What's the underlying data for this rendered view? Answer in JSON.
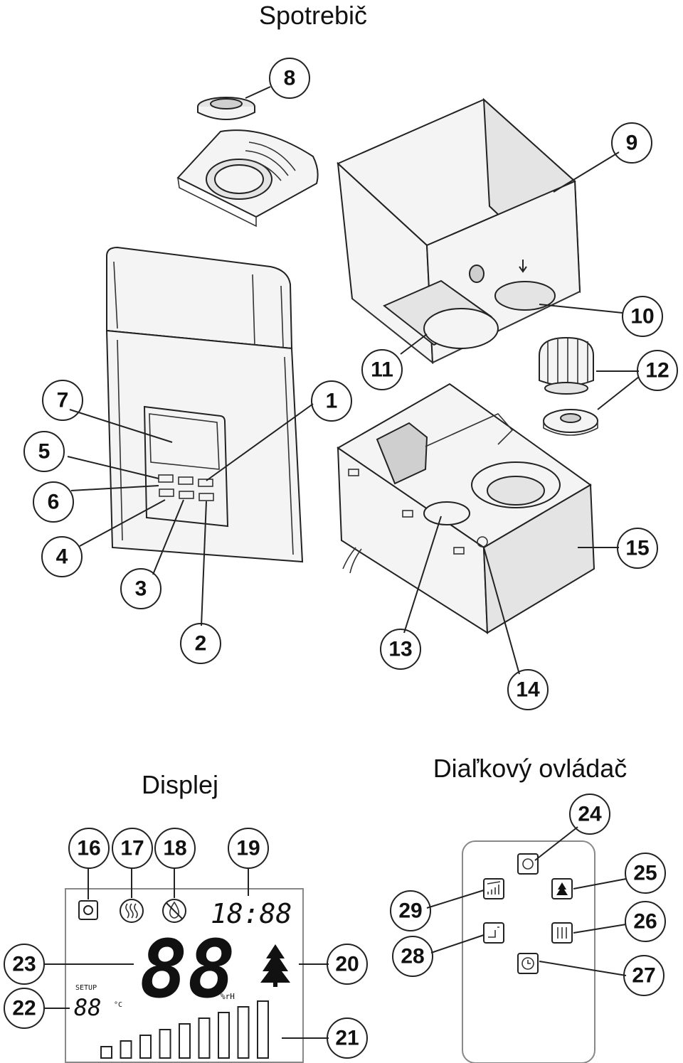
{
  "titles": {
    "appliance": "Spotrebič",
    "display": "Displej",
    "remote": "Diaľkový ovládač"
  },
  "callouts": {
    "c1": "1",
    "c2": "2",
    "c3": "3",
    "c4": "4",
    "c5": "5",
    "c6": "6",
    "c7": "7",
    "c8": "8",
    "c9": "9",
    "c10": "10",
    "c11": "11",
    "c12": "12",
    "c13": "13",
    "c14": "14",
    "c15": "15",
    "c16": "16",
    "c17": "17",
    "c18": "18",
    "c19": "19",
    "c20": "20",
    "c21": "21",
    "c22": "22",
    "c23": "23",
    "c24": "24",
    "c25": "25",
    "c26": "26",
    "c27": "27",
    "c28": "28",
    "c29": "29"
  },
  "lcd": {
    "clock": "18:88",
    "humidity": "88",
    "humidity_unit": "%rH",
    "setup_label": "SETUP",
    "temperature": "88",
    "temperature_unit": "°C",
    "humidity_bar_levels": 9
  },
  "icons": {
    "appliance_parts": [
      "aroma-cap-icon",
      "top-cover-icon",
      "water-tank-icon",
      "ceramic-filter-icon",
      "base-unit-icon",
      "front-housing-icon"
    ],
    "lcd": [
      "power-icon",
      "heater-icon",
      "no-water-icon",
      "ionizer-tree-icon"
    ],
    "remote": [
      "power-icon",
      "ionizer-tree-icon",
      "warm-mist-icon",
      "timer-icon",
      "mist-level-icon",
      "humidity-icon"
    ]
  }
}
